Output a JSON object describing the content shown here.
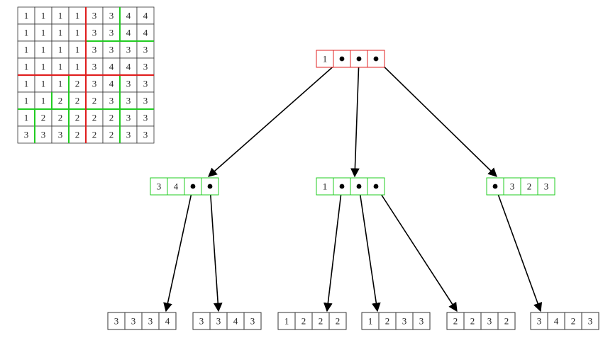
{
  "grid": {
    "values": [
      [
        "1",
        "1",
        "1",
        "1",
        "3",
        "3",
        "4",
        "4"
      ],
      [
        "1",
        "1",
        "1",
        "1",
        "3",
        "3",
        "4",
        "4"
      ],
      [
        "1",
        "1",
        "1",
        "1",
        "3",
        "3",
        "3",
        "3"
      ],
      [
        "1",
        "1",
        "1",
        "1",
        "3",
        "4",
        "4",
        "3"
      ],
      [
        "1",
        "1",
        "1",
        "2",
        "3",
        "4",
        "3",
        "3"
      ],
      [
        "1",
        "1",
        "2",
        "2",
        "2",
        "3",
        "3",
        "3"
      ],
      [
        "1",
        "2",
        "2",
        "2",
        "2",
        "2",
        "3",
        "3"
      ],
      [
        "3",
        "3",
        "3",
        "2",
        "2",
        "2",
        "3",
        "3"
      ]
    ],
    "line_color": "#333333",
    "level1_divider_color": "#e02020",
    "level2_divider_color": "#22cc22"
  },
  "tree": {
    "root": {
      "cells": [
        "1",
        "•",
        "•",
        "•"
      ],
      "border_color": "#e02020"
    },
    "level2": [
      {
        "cells": [
          "3",
          "4",
          "•",
          "•"
        ],
        "border_color": "#22cc22"
      },
      {
        "cells": [
          "1",
          "•",
          "•",
          "•"
        ],
        "border_color": "#22cc22"
      },
      {
        "cells": [
          "•",
          "3",
          "2",
          "3"
        ],
        "border_color": "#22cc22"
      }
    ],
    "leaves": [
      {
        "cells": [
          "3",
          "3",
          "3",
          "4"
        ],
        "border_color": "#333333"
      },
      {
        "cells": [
          "3",
          "3",
          "4",
          "3"
        ],
        "border_color": "#333333"
      },
      {
        "cells": [
          "1",
          "2",
          "2",
          "2"
        ],
        "border_color": "#333333"
      },
      {
        "cells": [
          "1",
          "2",
          "3",
          "3"
        ],
        "border_color": "#333333"
      },
      {
        "cells": [
          "2",
          "2",
          "3",
          "2"
        ],
        "border_color": "#333333"
      },
      {
        "cells": [
          "3",
          "4",
          "2",
          "3"
        ],
        "border_color": "#333333"
      }
    ],
    "pointer_symbol": "•",
    "arrow_color": "#000000"
  }
}
